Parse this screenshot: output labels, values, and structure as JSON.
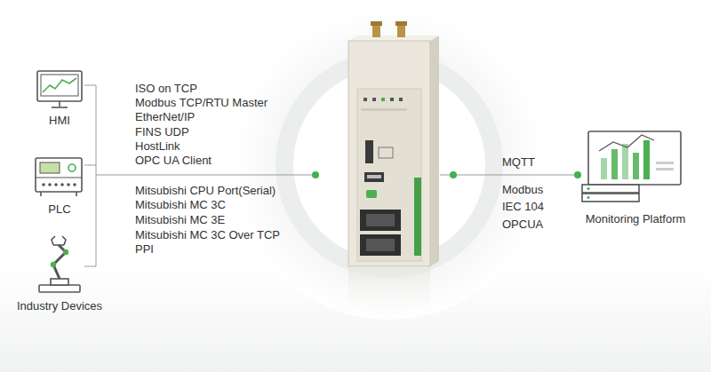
{
  "diagram": {
    "nodes": [
      {
        "text": [
          "HMI"
        ]
      },
      {
        "text": [
          "PLC"
        ]
      },
      {
        "text": [
          "Industry Devices"
        ]
      },
      {
        "text": [
          "Monitoring Platform"
        ]
      }
    ],
    "labels": [
      "ISO on TCP",
      "Modbus TCP/RTU Master",
      "EtherNet/IP",
      "FINS UDP",
      "HostLink",
      "OPC UA Client",
      "Mitsubishi CPU Port(Serial)",
      "Mitsubishi MC 3C",
      "Mitsubishi MC 3E",
      "Mitsubishi MC 3C Over TCP",
      "PPI",
      "MQTT",
      "Modbus",
      "IEC 104",
      "OPCUA"
    ]
  }
}
